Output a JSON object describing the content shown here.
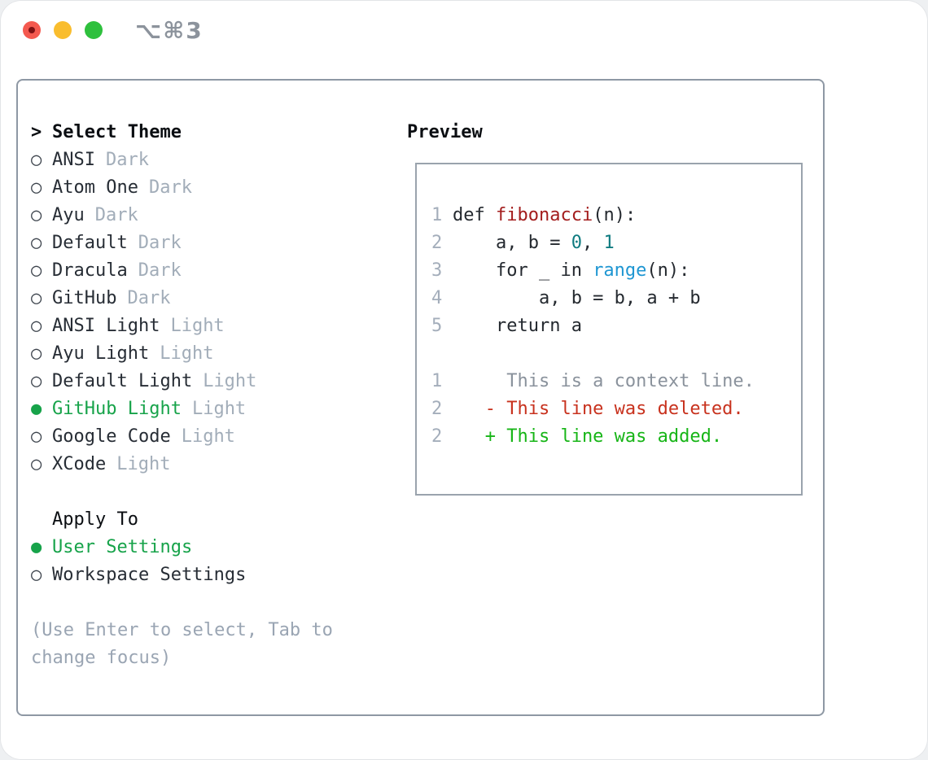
{
  "window": {
    "title_shortcut": "⌥⌘3",
    "traffic_light_colors": {
      "close": "#f4594f",
      "minimize": "#f9bd2e",
      "zoom": "#2ec03d"
    }
  },
  "theme_panel": {
    "title_prefix": ">",
    "title": "Select Theme",
    "radio_unselected_glyph": "○",
    "radio_selected_glyph": "●",
    "items": [
      {
        "bullet": "○",
        "name": "ANSI",
        "variant": "Dark",
        "selected": false
      },
      {
        "bullet": "○",
        "name": "Atom One",
        "variant": "Dark",
        "selected": false
      },
      {
        "bullet": "○",
        "name": "Ayu",
        "variant": "Dark",
        "selected": false
      },
      {
        "bullet": "○",
        "name": "Default",
        "variant": "Dark",
        "selected": false
      },
      {
        "bullet": "○",
        "name": "Dracula",
        "variant": "Dark",
        "selected": false
      },
      {
        "bullet": "○",
        "name": "GitHub",
        "variant": "Dark",
        "selected": false
      },
      {
        "bullet": "○",
        "name": "ANSI Light",
        "variant": "Light",
        "selected": false
      },
      {
        "bullet": "○",
        "name": "Ayu Light",
        "variant": "Light",
        "selected": false
      },
      {
        "bullet": "○",
        "name": "Default Light",
        "variant": "Light",
        "selected": false
      },
      {
        "bullet": "●",
        "name": "GitHub Light",
        "variant": "Light",
        "selected": true
      },
      {
        "bullet": "○",
        "name": "Google Code",
        "variant": "Light",
        "selected": false
      },
      {
        "bullet": "○",
        "name": "XCode",
        "variant": "Light",
        "selected": false
      }
    ],
    "apply_to": {
      "title": "Apply To",
      "options": [
        {
          "bullet": "●",
          "label": "User Settings",
          "selected": true
        },
        {
          "bullet": "○",
          "label": "Workspace Settings",
          "selected": false
        }
      ]
    },
    "hint_lines": [
      "(Use Enter to select, Tab to",
      "change focus)"
    ]
  },
  "preview": {
    "title": "Preview",
    "code_lines": [
      {
        "num": "1",
        "tokens": [
          {
            "text": "def ",
            "color": "fg"
          },
          {
            "text": "fibonacci",
            "color": "func"
          },
          {
            "text": "(n):",
            "color": "fg"
          }
        ]
      },
      {
        "num": "2",
        "tokens": [
          {
            "text": "    a, b = ",
            "color": "fg"
          },
          {
            "text": "0",
            "color": "num"
          },
          {
            "text": ", ",
            "color": "fg"
          },
          {
            "text": "1",
            "color": "num"
          }
        ]
      },
      {
        "num": "3",
        "tokens": [
          {
            "text": "    for _ in ",
            "color": "fg"
          },
          {
            "text": "range",
            "color": "builtin"
          },
          {
            "text": "(n):",
            "color": "fg"
          }
        ]
      },
      {
        "num": "4",
        "tokens": [
          {
            "text": "        a, b = b, a + b",
            "color": "fg"
          }
        ]
      },
      {
        "num": "5",
        "tokens": [
          {
            "text": "    return a",
            "color": "fg"
          }
        ]
      },
      {
        "num": "",
        "tokens": []
      },
      {
        "num": "1",
        "tokens": [
          {
            "text": "     This is a context line.",
            "color": "ctx"
          }
        ]
      },
      {
        "num": "2",
        "tokens": [
          {
            "text": "   - This line was deleted.",
            "color": "del"
          }
        ]
      },
      {
        "num": "2",
        "tokens": [
          {
            "text": "   + This line was added.",
            "color": "add"
          }
        ]
      }
    ]
  },
  "colors": {
    "selection_green": "#17a34a",
    "diff_added_green": "#17b517",
    "diff_deleted_red": "#c8321e",
    "code_function_red": "#a31d1d",
    "code_number_teal": "#0f7b80",
    "code_builtin_blue": "#1e96d2",
    "muted_gray": "#a2adb9",
    "hint_gray": "#9aa5b3",
    "panel_border": "#8e98a4",
    "preview_border": "#9aa3ad"
  }
}
